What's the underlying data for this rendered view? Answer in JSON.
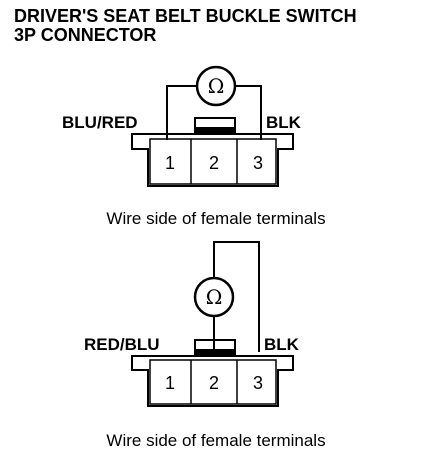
{
  "title": {
    "line1": "DRIVER'S SEAT BELT BUCKLE SWITCH",
    "line2": "3P CONNECTOR"
  },
  "test_1": {
    "meter_symbol": "Ω",
    "left_wire_label": "BLU/RED",
    "right_wire_label": "BLK",
    "pins": [
      "1",
      "2",
      "3"
    ],
    "caption": "Wire side of female terminals"
  },
  "test_2": {
    "meter_symbol": "Ω",
    "left_wire_label": "RED/BLU",
    "right_wire_label": "BLK",
    "pins": [
      "1",
      "2",
      "3"
    ],
    "caption": "Wire side of female terminals"
  }
}
